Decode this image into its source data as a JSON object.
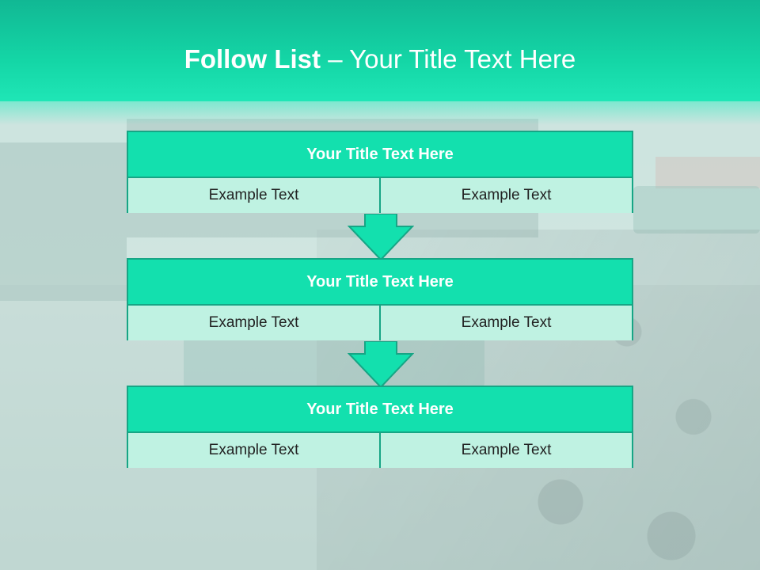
{
  "slide": {
    "title_bold": "Follow List",
    "title_rest": " – Your Title Text Here"
  },
  "steps": [
    {
      "title": "Your Title Text Here",
      "left": "Example Text",
      "right": "Example Text"
    },
    {
      "title": "Your Title Text Here",
      "left": "Example Text",
      "right": "Example Text"
    },
    {
      "title": "Your Title Text Here",
      "left": "Example Text",
      "right": "Example Text"
    }
  ],
  "colors": {
    "header": "#14d6a6",
    "box_title": "#13e0ae",
    "box_cell": "#bff2e2",
    "border": "#17a585"
  }
}
